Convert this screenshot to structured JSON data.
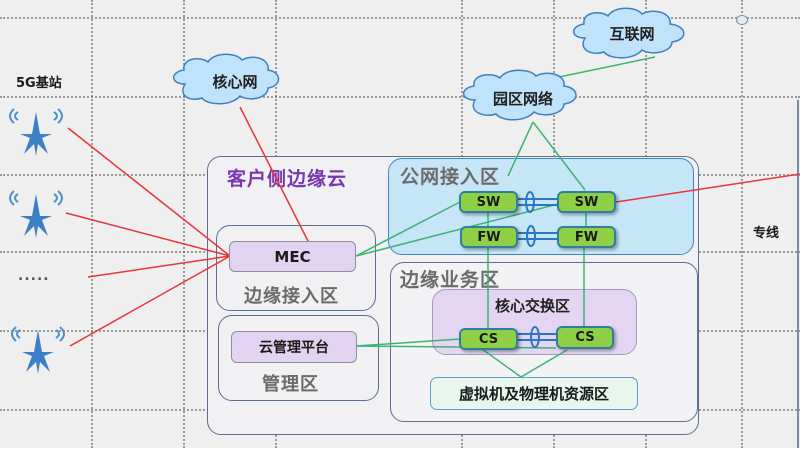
{
  "diagram": {
    "title": "客户侧边缘云",
    "base_station_label": "5G基站",
    "ellipsis": ".....",
    "dedicated_line_label": "专线",
    "clouds": {
      "core_network": "核心网",
      "internet": "互联网",
      "campus_network": "园区网络"
    },
    "zones": {
      "edge_access": "边缘接入区",
      "management": "管理区",
      "public_access": "公网接入区",
      "edge_business": "边缘业务区",
      "core_switch": "核心交换区"
    },
    "nodes": {
      "mec": "MEC",
      "cloud_mgmt": "云管理平台",
      "sw_left": "SW",
      "sw_right": "SW",
      "fw_left": "FW",
      "fw_right": "FW",
      "cs_left": "CS",
      "cs_right": "CS",
      "resource_pool": "虚拟机及物理机资源区"
    },
    "colors": {
      "red_link": "#e8343a",
      "green_link": "#3cb371",
      "blue_link": "#2a78c2",
      "zone_title_purple": "#7a36b0",
      "node_green": "#8ecf45",
      "node_purple": "#e3d3f3",
      "cloud_blue": "#bfe3fb"
    }
  }
}
